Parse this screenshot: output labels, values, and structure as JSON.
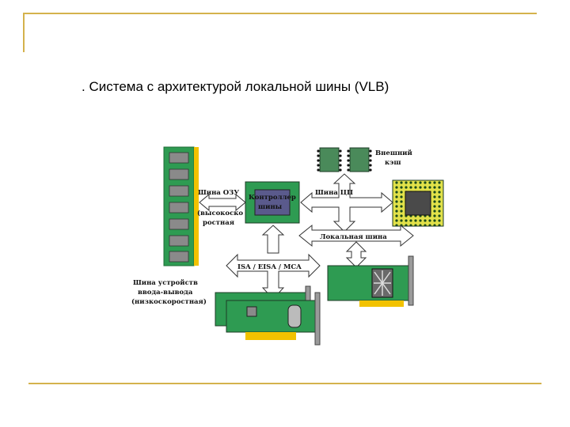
{
  "slide": {
    "title": ". Система с архитектурой локальной шины (VLB)",
    "accent_color": "#d4b24c"
  },
  "diagram": {
    "labels": {
      "ram_bus": "Шина ОЗУ",
      "ram_bus_speed_1": "(высокоско",
      "ram_bus_speed_2": "ростная",
      "controller_1": "Контроллер",
      "controller_2": "шины",
      "cpu_bus": "Шина ЦП",
      "cache_1": "Внешний",
      "cache_2": "кэш",
      "local_bus": "Локальная шина",
      "io_types": "ISA / EISA / MCA",
      "io_bus_1": "Шина устройств",
      "io_bus_2": "ввода-вывода",
      "io_bus_3": "(низкоскоростная)"
    },
    "colors": {
      "board_green": "#2e9b52",
      "chip_purple": "#5a5a8c",
      "gold_contacts": "#f2c200",
      "cpu_yellow": "#e2e24a"
    }
  }
}
